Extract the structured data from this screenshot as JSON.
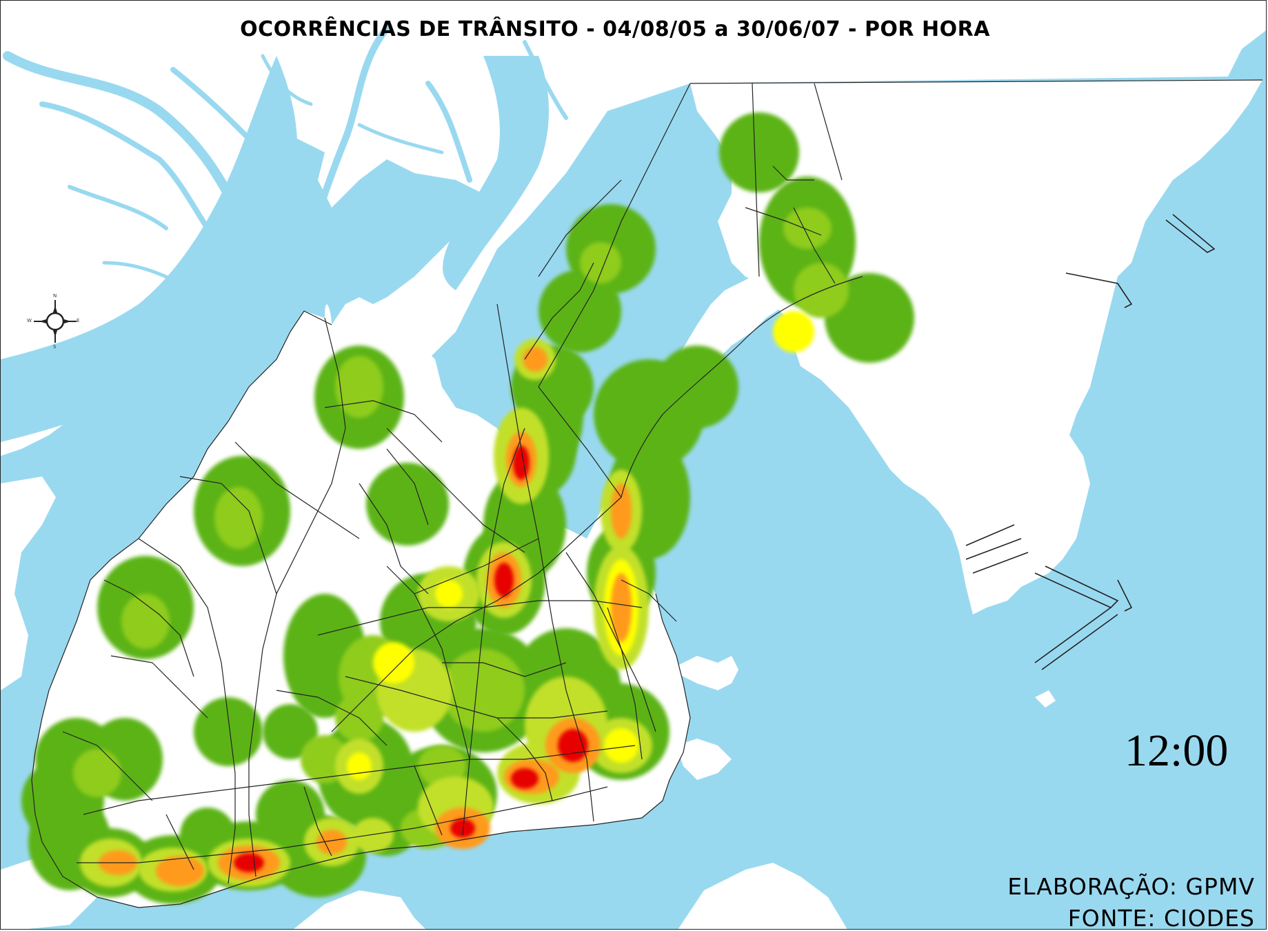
{
  "map": {
    "title": "OCORRÊNCIAS DE TRÂNSITO - 04/08/05 a 30/06/07 - POR HORA",
    "hour": "12:00",
    "credits": {
      "elaboration": "ELABORAÇÃO: GPMV",
      "source": "FONTE: CIODES"
    },
    "compass": {
      "n": "N",
      "s": "S",
      "e": "E",
      "w": "W"
    },
    "colors": {
      "water": "#99d9f0",
      "land": "#ffffff",
      "boundary": "#222222",
      "density_low": "#5cb312",
      "density_lowmid": "#8fcc1f",
      "density_mid": "#c2e02a",
      "density_high": "#ffff00",
      "density_higher": "#ff9a1a",
      "density_highest": "#e60000"
    },
    "density_scale_order": [
      "density_low",
      "density_lowmid",
      "density_mid",
      "density_high",
      "density_higher",
      "density_highest"
    ]
  }
}
